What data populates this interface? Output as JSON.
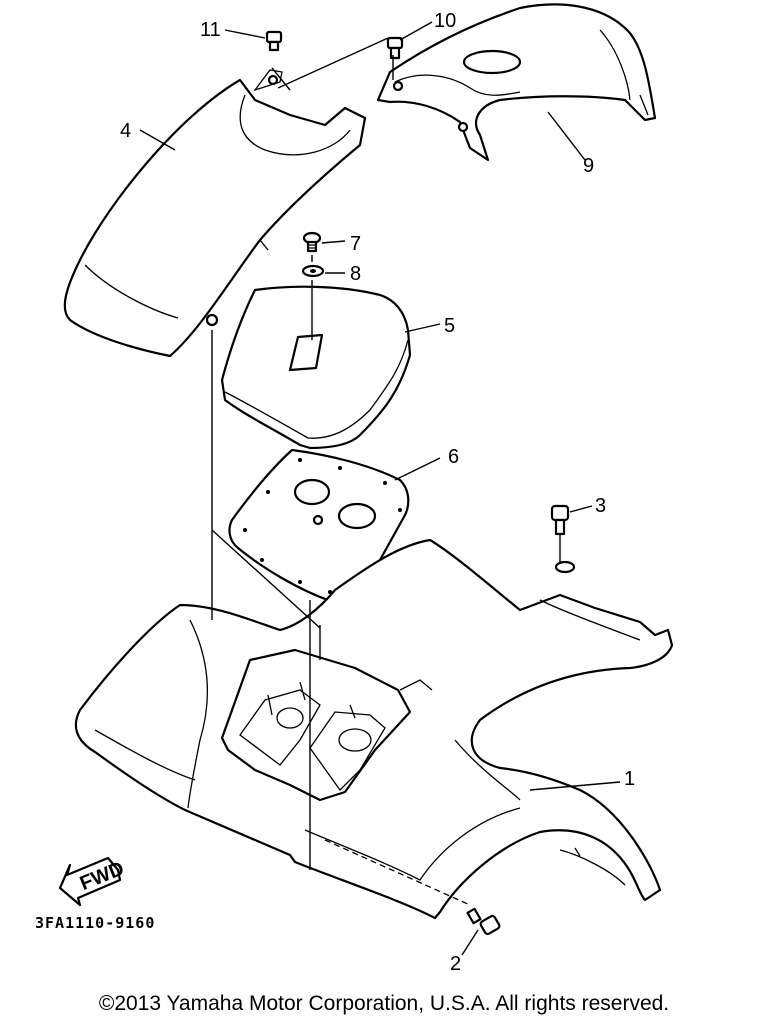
{
  "callouts": {
    "c1": "1",
    "c2": "2",
    "c3": "3",
    "c4": "4",
    "c5": "5",
    "c6": "6",
    "c7": "7",
    "c8": "8",
    "c9": "9",
    "c10": "10",
    "c11": "11"
  },
  "fwd_label": "FWD",
  "diagram_code": "3FA1110-9160",
  "copyright": "©2013 Yamaha Motor Corporation, U.S.A. All rights reserved."
}
